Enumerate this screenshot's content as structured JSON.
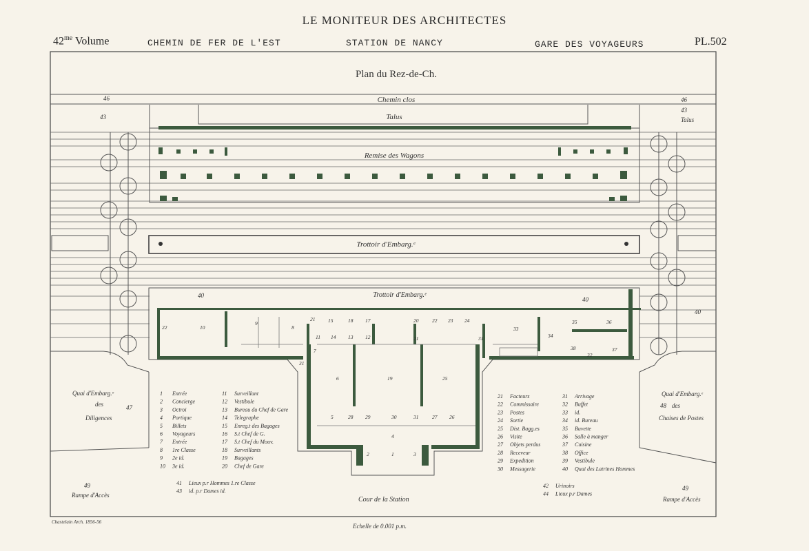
{
  "header": {
    "journal_title": "LE MONITEUR DES ARCHITECTES",
    "volume_number": "42",
    "volume_suffix": "me",
    "volume_word": "Volume",
    "railway": "CHEMIN DE FER DE L'EST",
    "station": "STATION DE NANCY",
    "building": "GARE DES VOYAGEURS",
    "plate": "PL.502"
  },
  "plan": {
    "title": "Plan du Rez-de-Ch.",
    "labels": {
      "chemin_clos": "Chemin clos",
      "talus": "Talus",
      "talus_right": "Talus",
      "remise": "Remise des Wagons",
      "trottoir_mid": "Trottoir d'Embarg.ᵉ",
      "trottoir_low": "Trottoir d'Embarg.ᵉ",
      "quai_left_1": "Quai d'Embarg.ᵉ",
      "quai_left_2": "des",
      "quai_left_3": "Diligences",
      "quai_right_1": "Quai d'Embarg.ᵉ",
      "quai_right_2": "des",
      "quai_right_3": "Chaises de Postes",
      "rampe_left": "Rampe d'Accès",
      "rampe_right": "Rampe d'Accès",
      "cour": "Cour de la Station",
      "signature": "Chastelain Arch. 1856-56",
      "scale": "Echelle de 0.001 p.m."
    },
    "numbers": {
      "n46l": "46",
      "n46r": "46",
      "n43l": "43",
      "n43r": "43",
      "n40a": "40",
      "n40b": "40",
      "n40c": "40",
      "n47": "47",
      "n49l": "49",
      "n49r": "49",
      "n48": "48"
    },
    "room_numbers": [
      "22",
      "9",
      "8",
      "21",
      "15",
      "18",
      "17",
      "20",
      "22",
      "23",
      "24",
      "10",
      "33",
      "34",
      "35",
      "36",
      "11",
      "14",
      "13",
      "12",
      "21",
      "31",
      "31",
      "38",
      "37",
      "32",
      "7",
      "6",
      "19",
      "25",
      "5",
      "28",
      "29",
      "30",
      "31",
      "27",
      "26",
      "4",
      "2",
      "1",
      "3"
    ]
  },
  "legend": {
    "col1": [
      {
        "num": "1",
        "label": "Entrée"
      },
      {
        "num": "2",
        "label": "Concierge"
      },
      {
        "num": "3",
        "label": "Octroi"
      },
      {
        "num": "4",
        "label": "Portique"
      },
      {
        "num": "5",
        "label": "Billets"
      },
      {
        "num": "6",
        "label": "Voyageurs"
      },
      {
        "num": "7",
        "label": "Entrée"
      },
      {
        "num": "8",
        "label": "1re Classe"
      },
      {
        "num": "9",
        "label": "2e id."
      },
      {
        "num": "10",
        "label": "3e id."
      }
    ],
    "col2": [
      {
        "num": "11",
        "label": "Surveillant"
      },
      {
        "num": "12",
        "label": "Vestibule"
      },
      {
        "num": "13",
        "label": "Bureau du Chef de Gare"
      },
      {
        "num": "14",
        "label": "Telegraphe"
      },
      {
        "num": "15",
        "label": "Enreg.t des Bagages"
      },
      {
        "num": "16",
        "label": "S.t Chef de G."
      },
      {
        "num": "17",
        "label": "S.t Chef du Mouv."
      },
      {
        "num": "18",
        "label": "Surveillants"
      },
      {
        "num": "19",
        "label": "Bagages"
      },
      {
        "num": "20",
        "label": "Chef de Gare"
      }
    ],
    "col3": [
      {
        "num": "21",
        "label": "Facteurs"
      },
      {
        "num": "22",
        "label": "Commissaire"
      },
      {
        "num": "23",
        "label": "Postes"
      },
      {
        "num": "24",
        "label": "Sortie"
      },
      {
        "num": "25",
        "label": "Dist. Bagg.es"
      },
      {
        "num": "26",
        "label": "Visite"
      },
      {
        "num": "27",
        "label": "Objets perdus"
      },
      {
        "num": "28",
        "label": "Receveur"
      },
      {
        "num": "29",
        "label": "Expedition"
      },
      {
        "num": "30",
        "label": "Messagerie"
      }
    ],
    "col4": [
      {
        "num": "31",
        "label": "Arrivage"
      },
      {
        "num": "32",
        "label": "Buffet"
      },
      {
        "num": "33",
        "label": "id."
      },
      {
        "num": "34",
        "label": "id. Bureau"
      },
      {
        "num": "35",
        "label": "Buvette"
      },
      {
        "num": "36",
        "label": "Salle à manger"
      },
      {
        "num": "37",
        "label": "Cuisine"
      },
      {
        "num": "38",
        "label": "Office"
      },
      {
        "num": "39",
        "label": "Vestibule"
      },
      {
        "num": "40",
        "label": "Quai des Latrines Hommes"
      }
    ],
    "extra_left": [
      {
        "num": "41",
        "label": "Lieux p.r Hommes 1.re Classe"
      },
      {
        "num": "43",
        "label": "id. p.r Dames id."
      }
    ],
    "extra_right": [
      {
        "num": "42",
        "label": "Urinoirs"
      },
      {
        "num": "44",
        "label": "Lieux p.r Dames"
      }
    ]
  },
  "colors": {
    "paper": "#f7f3ea",
    "ink": "#333333",
    "wall": "#3c5a3e"
  }
}
